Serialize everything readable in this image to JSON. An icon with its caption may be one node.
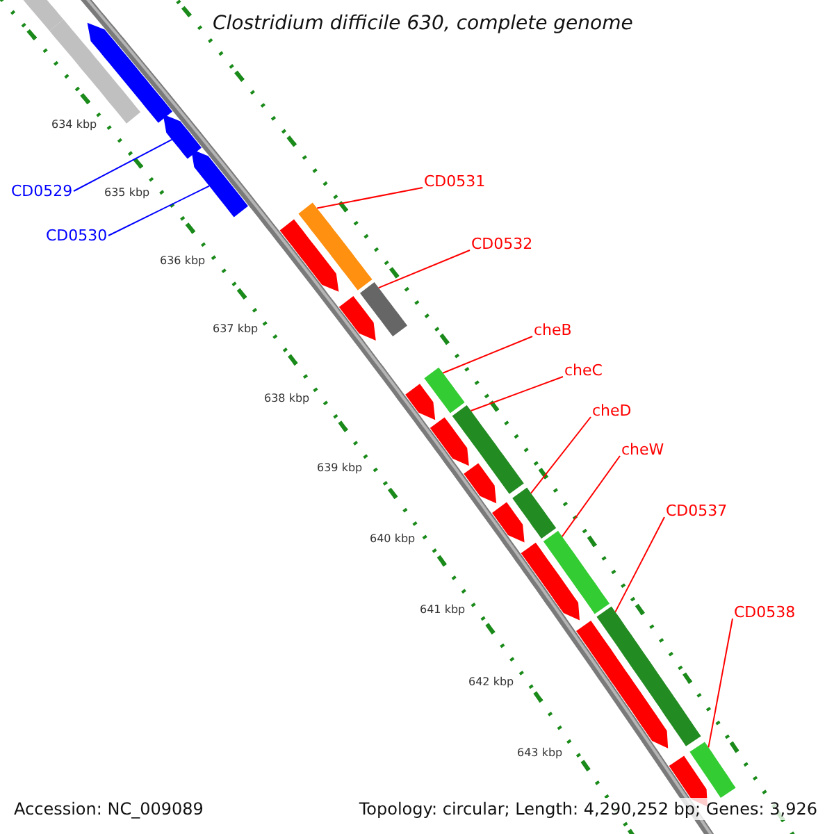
{
  "diagram": {
    "title": "Clostridium difficile 630, complete genome",
    "nodes": [
      {
        "text": [
          "CD0529"
        ]
      },
      {
        "text": [],
        "shape": "arrow"
      },
      {
        "text": [
          "CD0530"
        ]
      },
      {
        "text": [],
        "shape": "arrow"
      },
      {
        "text": [
          "CD0531"
        ]
      },
      {
        "text": [],
        "shape": "bar"
      },
      {
        "text": [
          "CD0532"
        ]
      },
      {
        "text": [],
        "shape": "bar"
      },
      {
        "text": [
          "cheB"
        ]
      },
      {
        "text": [],
        "shape": "bar"
      },
      {
        "text": [
          "cheC"
        ]
      },
      {
        "text": [],
        "shape": "bar"
      },
      {
        "text": [
          "cheD"
        ]
      },
      {
        "text": [],
        "shape": "bar"
      },
      {
        "text": [
          "cheW"
        ]
      },
      {
        "text": [],
        "shape": "bar"
      },
      {
        "text": [
          "CD0537"
        ]
      },
      {
        "text": [],
        "shape": "bar"
      },
      {
        "text": [
          "CD0538"
        ]
      },
      {
        "text": [],
        "shape": "bar"
      },
      {
        "text": [],
        "shape": "bar"
      },
      {
        "text": [],
        "shape": "bar"
      },
      {
        "text": [],
        "shape": "arrow"
      },
      {
        "text": [],
        "shape": "arrow"
      },
      {
        "text": [],
        "shape": "arrow"
      },
      {
        "text": [],
        "shape": "arrow"
      },
      {
        "text": [],
        "shape": "arrow"
      },
      {
        "text": [],
        "shape": "arrow"
      },
      {
        "text": [],
        "shape": "arrow"
      },
      {
        "text": [],
        "shape": "arrow"
      },
      {
        "text": [],
        "shape": "arrow"
      },
      {
        "text": [],
        "shape": "arrow"
      }
    ],
    "edges": [
      {
        "from": 0,
        "to": 1,
        "arrow": "none",
        "color": "#0000ff"
      },
      {
        "from": 2,
        "to": 3,
        "arrow": "none",
        "color": "#0000ff"
      },
      {
        "from": 4,
        "to": 5,
        "arrow": "none"
      },
      {
        "from": 6,
        "to": 7,
        "arrow": "none"
      },
      {
        "from": 8,
        "to": 9,
        "arrow": "none"
      },
      {
        "from": 10,
        "to": 11,
        "arrow": "none"
      },
      {
        "from": 12,
        "to": 13,
        "arrow": "none"
      },
      {
        "from": 14,
        "to": 15,
        "arrow": "none"
      },
      {
        "from": 16,
        "to": 17,
        "arrow": "none"
      },
      {
        "from": 18,
        "to": 19,
        "arrow": "none"
      }
    ],
    "labels": [
      "634 kbp",
      "635 kbp",
      "636 kbp",
      "637 kbp",
      "638 kbp",
      "639 kbp",
      "640 kbp",
      "641 kbp",
      "642 kbp",
      "643 kbp",
      "Accession: NC_009089",
      "Topology: circular; Length: 4,290,252 bp; Genes: 3,926"
    ]
  }
}
